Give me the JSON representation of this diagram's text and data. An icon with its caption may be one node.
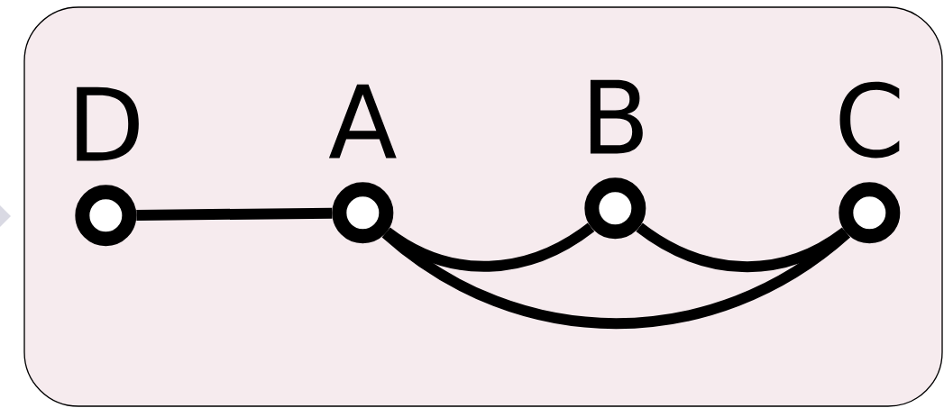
{
  "diagram": {
    "nodes": [
      {
        "text": [],
        "shape": "box"
      },
      {
        "text": [
          "D"
        ],
        "in": 0
      },
      {
        "text": [
          "A"
        ],
        "in": 0
      },
      {
        "text": [
          "B"
        ],
        "in": 0
      },
      {
        "text": [
          "C"
        ],
        "in": 0
      }
    ],
    "edges": [
      {
        "from": 1,
        "to": 2,
        "arrow": "none"
      },
      {
        "from": 2,
        "to": 3,
        "arrow": "none"
      },
      {
        "from": 3,
        "to": 4,
        "arrow": "none"
      },
      {
        "from": 2,
        "to": 4,
        "arrow": "none"
      }
    ]
  }
}
